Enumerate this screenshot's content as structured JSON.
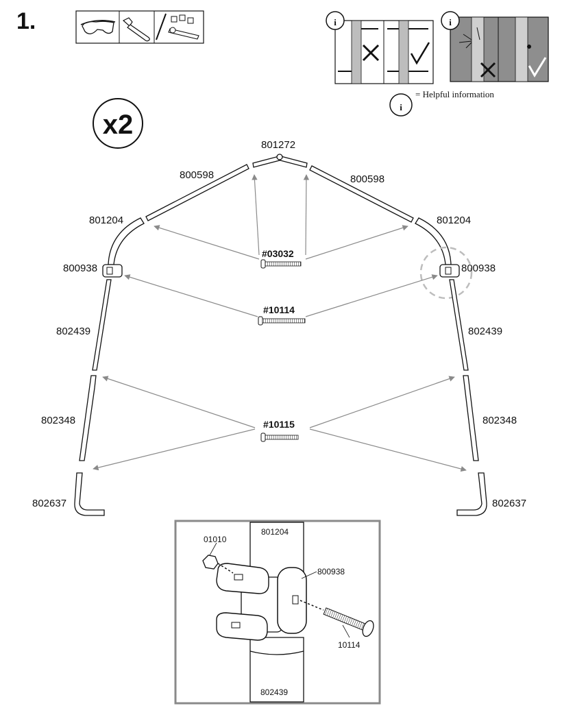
{
  "step_number": "1.",
  "quantity": "x2",
  "tools": {
    "goggles_icon": "safety-goggles-icon",
    "wrench_icon": "adjustable-wrench-icon",
    "socket_icon": "socket-wrench-set-icon"
  },
  "info": {
    "legend_text": "= Helpful information",
    "icon": "info-icon"
  },
  "parts": {
    "peak": "801272",
    "rafter_left": "800598",
    "rafter_right": "800598",
    "elbow_left": "801204",
    "elbow_right": "801204",
    "bracket_left": "800938",
    "bracket_right": "800938",
    "upper_leg_left": "802439",
    "upper_leg_right": "802439",
    "lower_leg_left": "802348",
    "lower_leg_right": "802348",
    "foot_left": "802637",
    "foot_right": "802637"
  },
  "hardware": {
    "bolt_top": "#03032",
    "bolt_mid": "#10114",
    "bolt_bottom": "#10115"
  },
  "detail": {
    "elbow": "801204",
    "nut": "01010",
    "bracket": "800938",
    "bolt": "10114",
    "leg": "802439"
  }
}
